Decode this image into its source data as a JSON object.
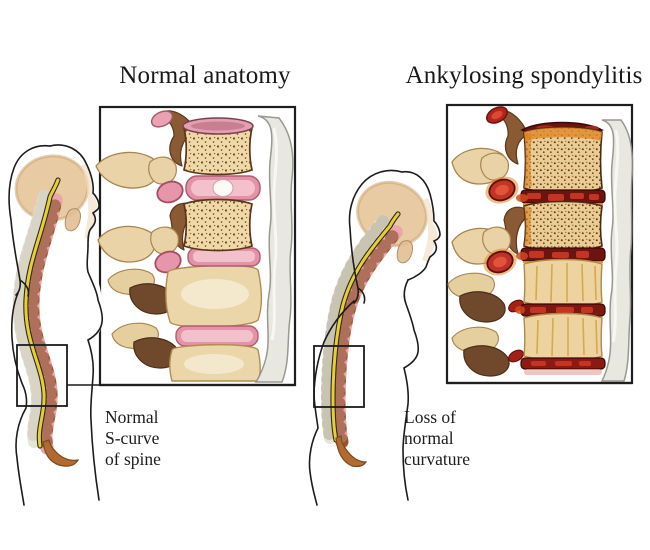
{
  "illustration": "Comparison of normal spine anatomy and ankylosing spondylitis",
  "background": "#ffffff",
  "left_panel": {
    "title": "Normal anatomy",
    "caption_line1": "Normal",
    "caption_line2": "S-curve",
    "caption_line3": "of spine"
  },
  "right_panel": {
    "title": "Ankylosing spondylitis",
    "caption_line1": "Loss of",
    "caption_line2": "normal",
    "caption_line3": "curvature"
  },
  "colors": {
    "outline": "#1c1c1c",
    "skull_tan": "#e8cba3",
    "bone_tan": "#ebd6aa",
    "bone_brown": "#8a5a34",
    "deep_brown": "#70492c",
    "disc_pink": "#e492a8",
    "disc_pink_light": "#f3c1cb",
    "facet_pink": "#e795aa",
    "cord_yellow": "#e8cf2f",
    "vertebra_band": "#b06a32",
    "process_gray": "#d9d4c6",
    "ligament_gray": "#e7e7df",
    "inflammation_red": "#c23524",
    "inflammation_dark": "#6e1410",
    "ossified_orange": "#e08a28"
  }
}
